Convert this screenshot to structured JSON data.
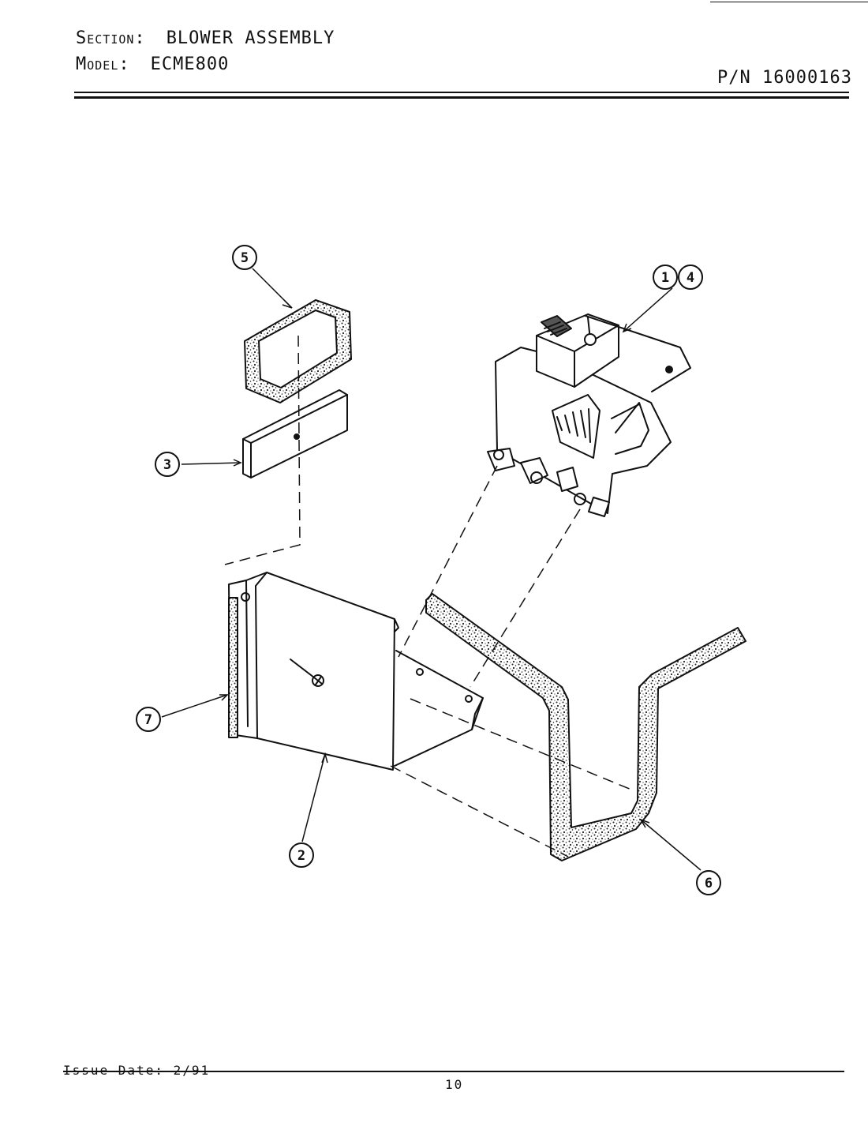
{
  "header": {
    "section_label": "Section:",
    "section_value": "BLOWER ASSEMBLY",
    "model_label": "Model:",
    "model_value": "ECME800",
    "part_number": "P/N 16000163"
  },
  "callouts": {
    "c1": "1",
    "c2": "2",
    "c3": "3",
    "c4": "4",
    "c5": "5",
    "c6": "6",
    "c7": "7"
  },
  "footer": {
    "issue_date": "Issue Date: 2/91",
    "page_number": "10"
  }
}
